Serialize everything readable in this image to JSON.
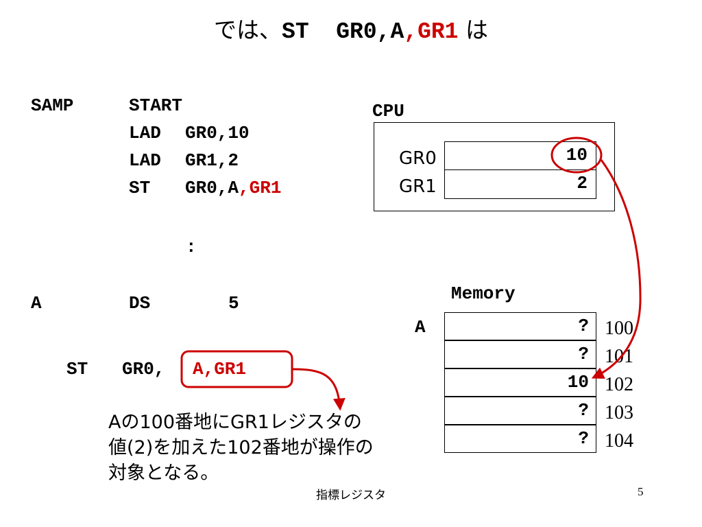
{
  "title": {
    "prefix": "では、",
    "st": "ST",
    "operand1": "GR0,A",
    "operand2": ",GR1",
    "suffix": "は"
  },
  "code": {
    "lines": [
      {
        "label": "SAMP",
        "op": "START",
        "operands": "",
        "operands_red": ""
      },
      {
        "label": "",
        "op": "LAD",
        "operands": "GR0,10",
        "operands_red": ""
      },
      {
        "label": "",
        "op": "LAD",
        "operands": "GR1,2",
        "operands_red": ""
      },
      {
        "label": "",
        "op": "ST",
        "operands": "GR0,A",
        "operands_red": ",GR1"
      }
    ],
    "ellipsis": ":",
    "ds_line": {
      "label": "A",
      "op": "DS",
      "operands": "5"
    }
  },
  "highlight_instruction": {
    "op": "ST",
    "operand_plain": "GR0,",
    "operand_boxed": "A,GR1"
  },
  "cpu": {
    "label": "CPU",
    "registers": [
      {
        "name": "GR0",
        "value": "10"
      },
      {
        "name": "GR1",
        "value": "2"
      }
    ]
  },
  "memory": {
    "label": "Memory",
    "row_label": "A",
    "cells": [
      {
        "value": "?",
        "address": "100"
      },
      {
        "value": "?",
        "address": "101"
      },
      {
        "value": "10",
        "address": "102"
      },
      {
        "value": "?",
        "address": "103"
      },
      {
        "value": "?",
        "address": "104"
      }
    ]
  },
  "description": {
    "line1": "Aの100番地にGR1レジスタの",
    "line2": "値(2)を加えた102番地が操作の",
    "line3": "対象となる。"
  },
  "footer": {
    "center_text": "指標レジスタ",
    "page_number": "5"
  },
  "colors": {
    "accent_red": "#cc0000"
  }
}
